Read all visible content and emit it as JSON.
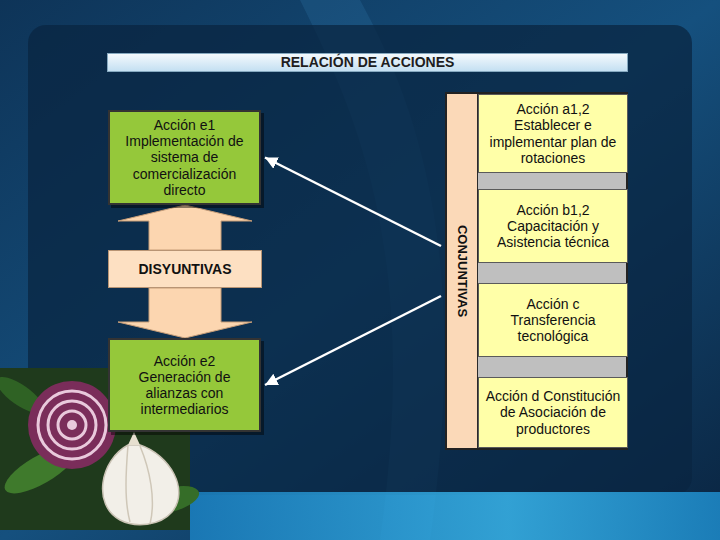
{
  "diagram": {
    "title": "RELACIÓN DE ACCIONES",
    "nodes": [
      {
        "text": [
          "Acción e1 Implementación de sistema de comercialización directo"
        ]
      },
      {
        "text": [
          "DISYUNTIVAS"
        ]
      },
      {
        "text": [
          "Acción e2 Generación de alianzas con intermediarios"
        ]
      },
      {
        "text": [
          "CONJUNTIVAS"
        ]
      },
      {
        "text": [
          "Acción a1,2 Establecer e implementar plan de rotaciones"
        ],
        "in": 3
      },
      {
        "text": [
          "Acción b1,2 Capacitación  y Asistencia técnica"
        ],
        "in": 3
      },
      {
        "text": [
          "Acción c Transferencia tecnológica"
        ],
        "in": 3
      },
      {
        "text": [
          "Acción d Constitución de Asociación de productores"
        ],
        "in": 3
      }
    ],
    "edges": [
      {
        "from": 3,
        "to": 0,
        "arrow": "to"
      },
      {
        "from": 3,
        "to": 2,
        "arrow": "to"
      },
      {
        "from": 1,
        "to": 0,
        "arrow": "to"
      },
      {
        "from": 1,
        "to": 2,
        "arrow": "to"
      }
    ]
  }
}
